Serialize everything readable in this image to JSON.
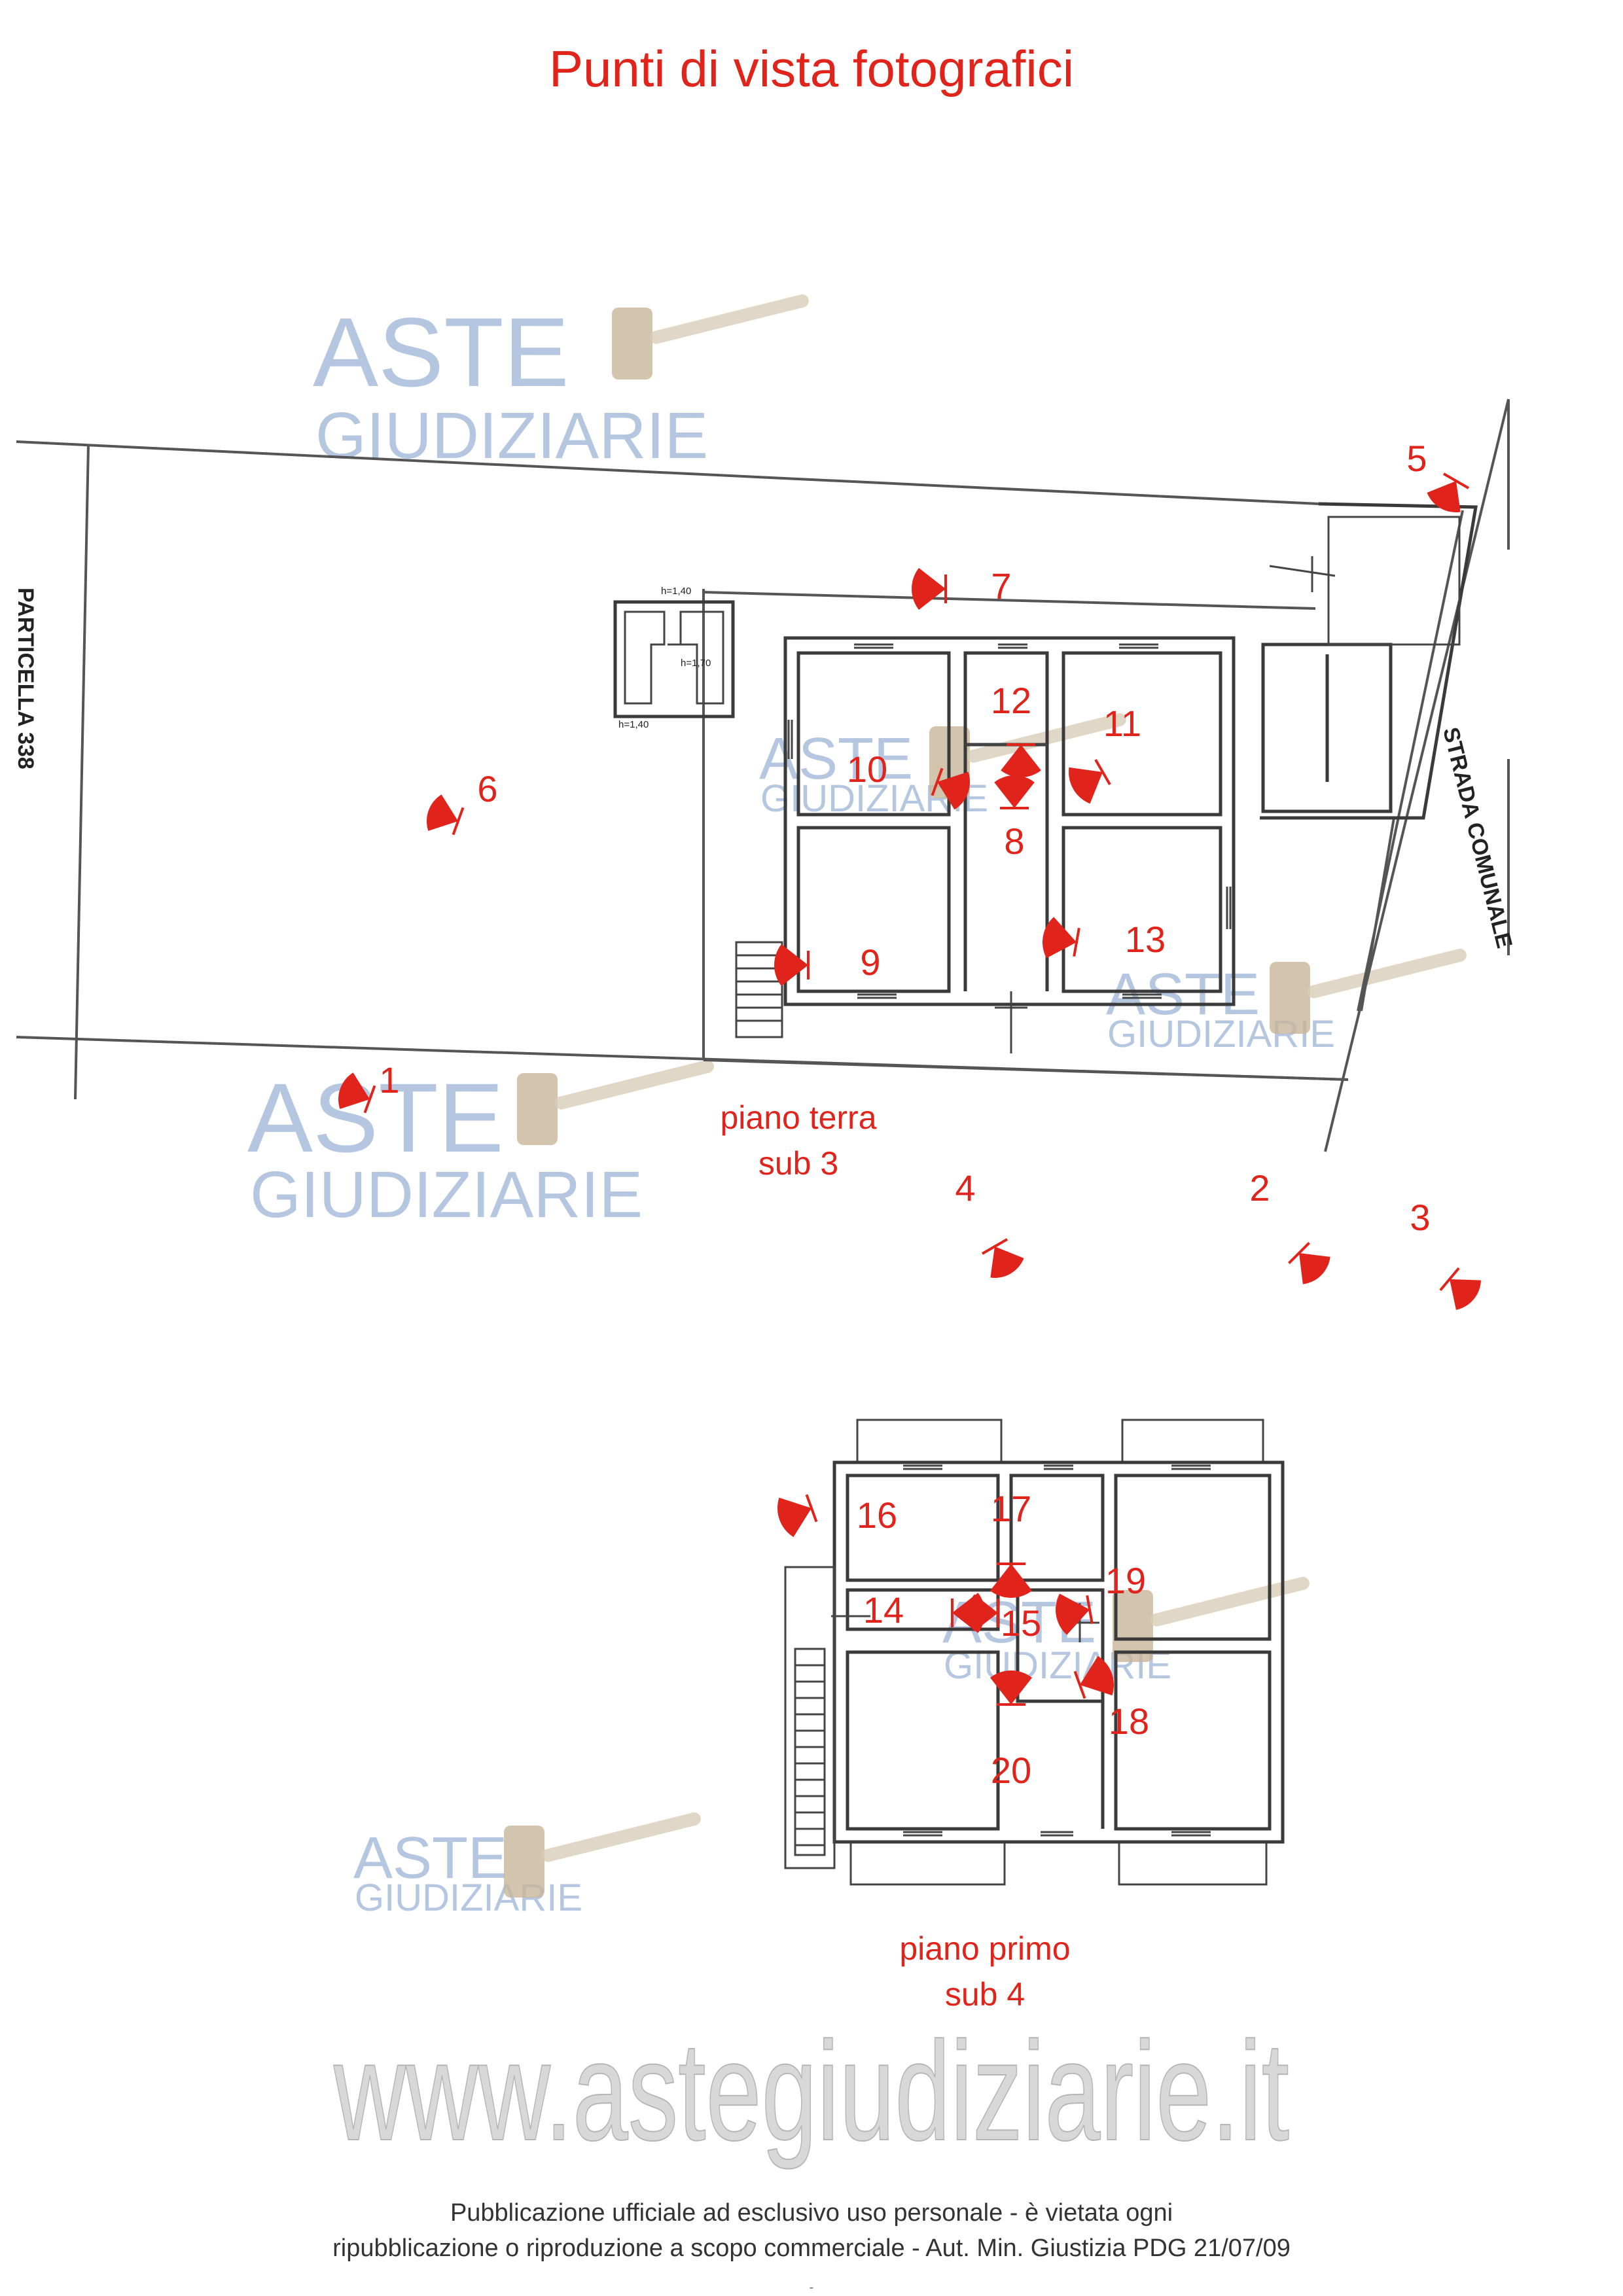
{
  "title": "Punti di vista fotografici",
  "colors": {
    "marker": "#e0241b",
    "walls": "#3a3a3a",
    "watermark": "#9db3d6"
  },
  "site_labels": {
    "left_parcel": "PARTICELLA 338",
    "road": "STRADA COMUNALE",
    "h1": "h=1,40",
    "h2": "h=1,70",
    "h3": "h=1,40"
  },
  "floors": [
    {
      "name": "piano terra",
      "sub": "sub 3"
    },
    {
      "name": "piano primo",
      "sub": "sub 4"
    }
  ],
  "viewpoints": [
    "1",
    "2",
    "3",
    "4",
    "5",
    "6",
    "7",
    "8",
    "9",
    "10",
    "11",
    "12",
    "13",
    "14",
    "15",
    "16",
    "17",
    "18",
    "19",
    "20"
  ],
  "watermarks": {
    "brand_top": "ASTE",
    "brand_bottom": "GIUDIZIARIE",
    "url": "www.astegiudiziarie.it"
  },
  "footer": {
    "line1": "Pubblicazione ufficiale ad esclusivo uso personale - è vietata ogni",
    "line2": "ripubblicazione o riproduzione a scopo commerciale - Aut. Min. Giustizia PDG 21/07/09",
    "page_mark": "-"
  }
}
